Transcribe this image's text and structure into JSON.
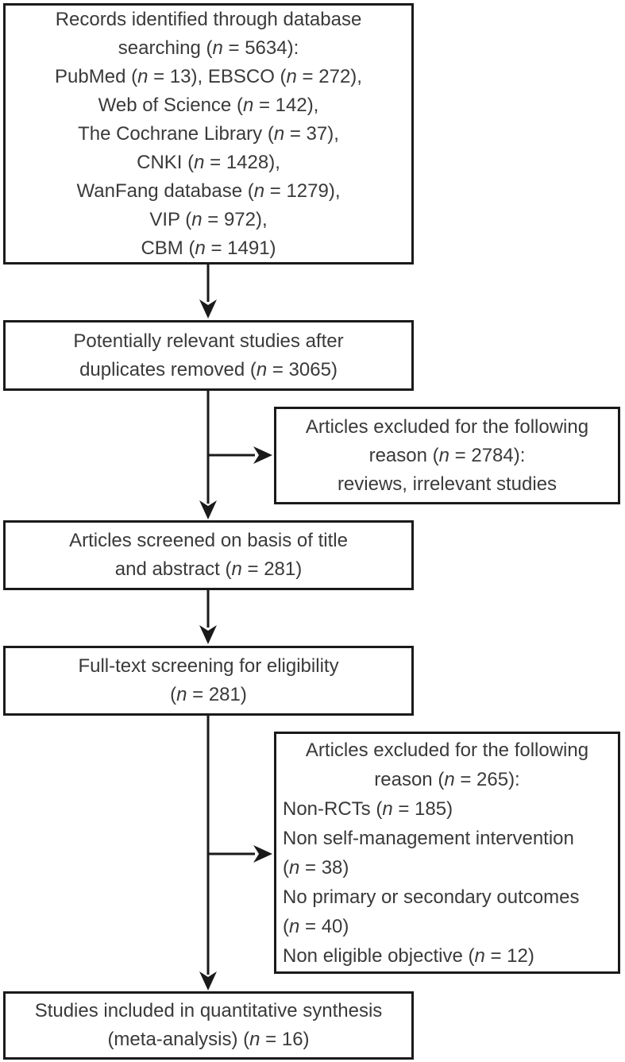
{
  "diagram": {
    "boxes": {
      "records_identified": {
        "lines": [
          "Records identified through database",
          "searching (n = 5634):",
          "PubMed (n = 13), EBSCO (n = 272),",
          "Web of Science (n = 142),",
          "The Cochrane Library (n = 37),",
          "CNKI (n = 1428),",
          "WanFang database (n = 1279),",
          "VIP (n = 972),",
          "CBM (n = 1491)"
        ]
      },
      "duplicates_removed": {
        "lines": [
          "Potentially relevant studies after",
          "duplicates removed (n = 3065)"
        ]
      },
      "excluded_after_screening": {
        "lines": [
          "Articles excluded for the following",
          "reason (n = 2784):",
          "reviews, irrelevant studies"
        ]
      },
      "screened_title_abstract": {
        "lines": [
          "Articles screened on basis of title",
          "and abstract (n = 281)"
        ]
      },
      "fulltext_screening": {
        "lines": [
          "Full-text screening for eligibility",
          "(n = 281)"
        ]
      },
      "excluded_after_fulltext": {
        "centered_lines": [
          "Articles excluded for the following",
          "reason (n = 265):"
        ],
        "left_lines": [
          "Non-RCTs (n = 185)",
          "Non self-management intervention",
          "(n = 38)",
          "No primary or secondary outcomes",
          "(n = 40)",
          "Non eligible objective (n = 12)"
        ]
      },
      "included_quantitative": {
        "lines": [
          "Studies included in quantitative synthesis",
          "(meta-analysis) (n = 16)"
        ]
      }
    },
    "colors": {
      "line": "#1a1a1a",
      "text": "#3a3a3a",
      "background": "#ffffff"
    }
  }
}
